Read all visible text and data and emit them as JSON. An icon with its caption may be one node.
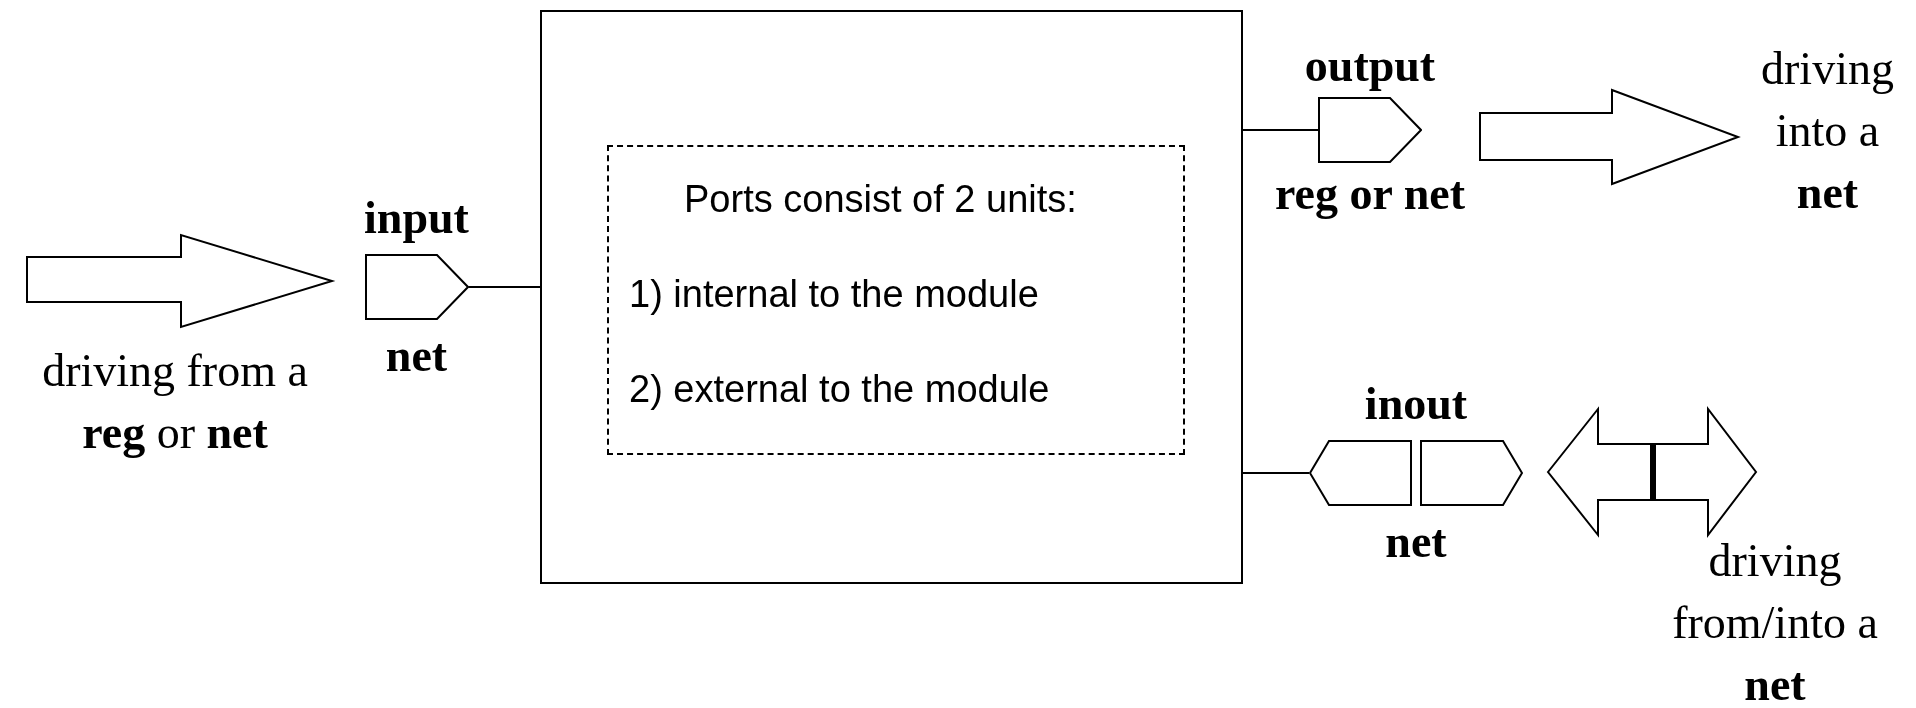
{
  "diagram": {
    "nodes": [
      {
        "text": [],
        "shape": "box"
      },
      {
        "text": [
          "Ports consist of 2 units:",
          "1) internal to the module",
          "2) external to the module"
        ],
        "in": 0
      },
      {
        "text": [
          "input",
          "net"
        ]
      },
      {
        "text": [
          "output",
          "**reg** or **net**"
        ]
      },
      {
        "text": [
          "inout",
          "net"
        ]
      }
    ],
    "edges": [
      {
        "from": 2,
        "to": 0,
        "arrow": "none"
      },
      {
        "from": 0,
        "to": 3,
        "arrow": "none"
      },
      {
        "from": 0,
        "to": 4,
        "arrow": "none"
      }
    ],
    "labels": [
      "driving from a **reg** or **net**",
      "driving into a **net**",
      "driving from/into a **net**"
    ]
  }
}
